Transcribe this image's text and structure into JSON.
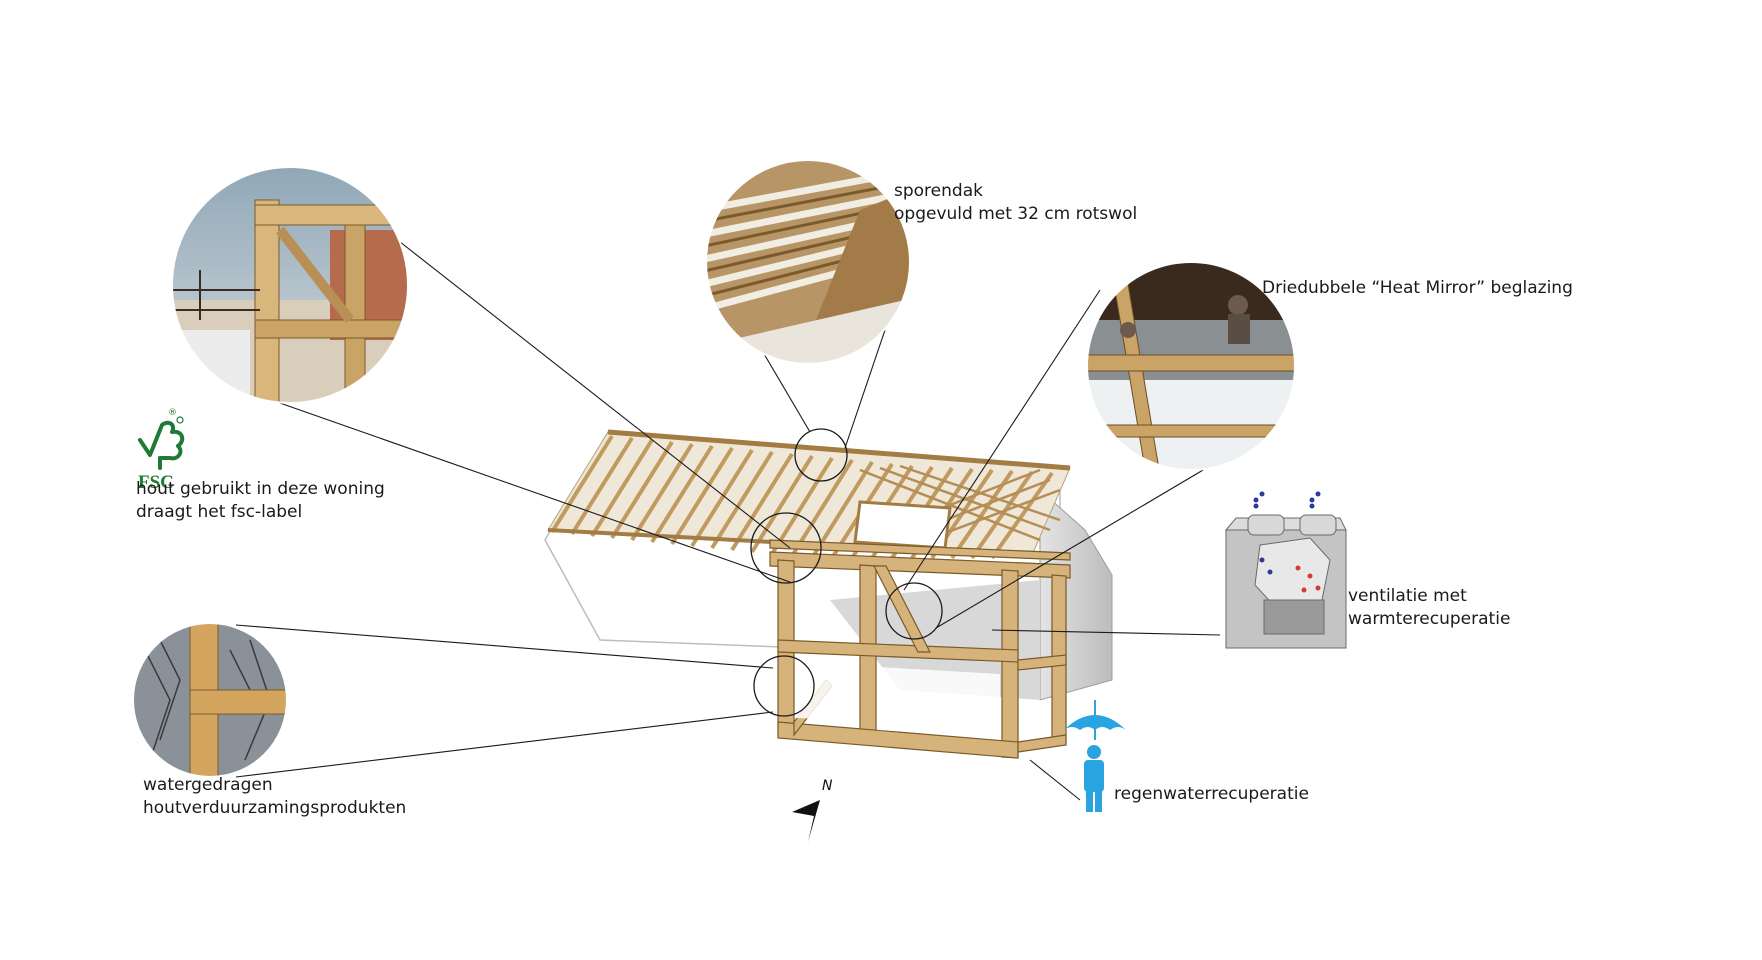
{
  "annotations": {
    "sporendak": {
      "line1": "sporendak",
      "line2": "opgevuld met 32 cm rotswol"
    },
    "glazing": {
      "line1": "Driedubbele “Heat Mirror” beglazing"
    },
    "fsc": {
      "line1": "hout gebruikt in deze woning",
      "line2": "draagt het fsc-label"
    },
    "ventilation": {
      "line1": "ventilatie met",
      "line2": "warmterecuperatie"
    },
    "water_products": {
      "line1": "watergedragen",
      "line2": "houtverduurzamingsprodukten"
    },
    "rainwater": {
      "line1": "regenwaterrecuperatie"
    }
  },
  "fsc_logo": {
    "text": "FSC",
    "mark": "®",
    "color": "#1f7a35"
  },
  "north_arrow": {
    "letter": "N"
  },
  "icons": [
    "fsc-tree-icon",
    "umbrella-person-icon",
    "north-arrow-icon",
    "ventilation-unit-icon"
  ],
  "colors": {
    "timber": "#c9a46a",
    "timber_dark": "#8a6a3a",
    "rain_blue": "#2aa4e0",
    "fsc_green": "#1f7a35",
    "wall_grey": "#cfcfcf",
    "leader_line": "#1a1a1a"
  }
}
